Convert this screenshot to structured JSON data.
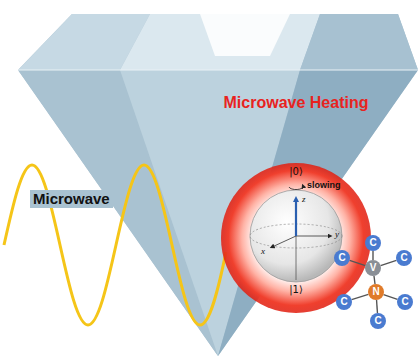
{
  "diagram": {
    "nodes": [
      {
        "text": [
          "Microwave Heating"
        ]
      },
      {
        "text": [
          "C"
        ]
      },
      {
        "text": [
          "C"
        ]
      },
      {
        "text": [
          "C"
        ]
      },
      {
        "text": [
          "V"
        ]
      },
      {
        "text": [
          "N"
        ]
      },
      {
        "text": [
          "C"
        ]
      },
      {
        "text": [
          "C"
        ]
      },
      {
        "text": [
          "C"
        ]
      }
    ],
    "edges": [
      {
        "from": 4,
        "to": 1,
        "arrow": "none"
      },
      {
        "from": 4,
        "to": 2,
        "arrow": "none"
      },
      {
        "from": 4,
        "to": 3,
        "arrow": "none"
      },
      {
        "from": 4,
        "to": 5,
        "arrow": "none"
      },
      {
        "from": 5,
        "to": 6,
        "arrow": "none"
      },
      {
        "from": 5,
        "to": 7,
        "arrow": "none"
      },
      {
        "from": 5,
        "to": 8,
        "arrow": "none"
      }
    ],
    "labels": [
      "Microwave",
      "|0⟩",
      "|1⟩",
      "z",
      "x",
      "y",
      "slowing"
    ]
  }
}
